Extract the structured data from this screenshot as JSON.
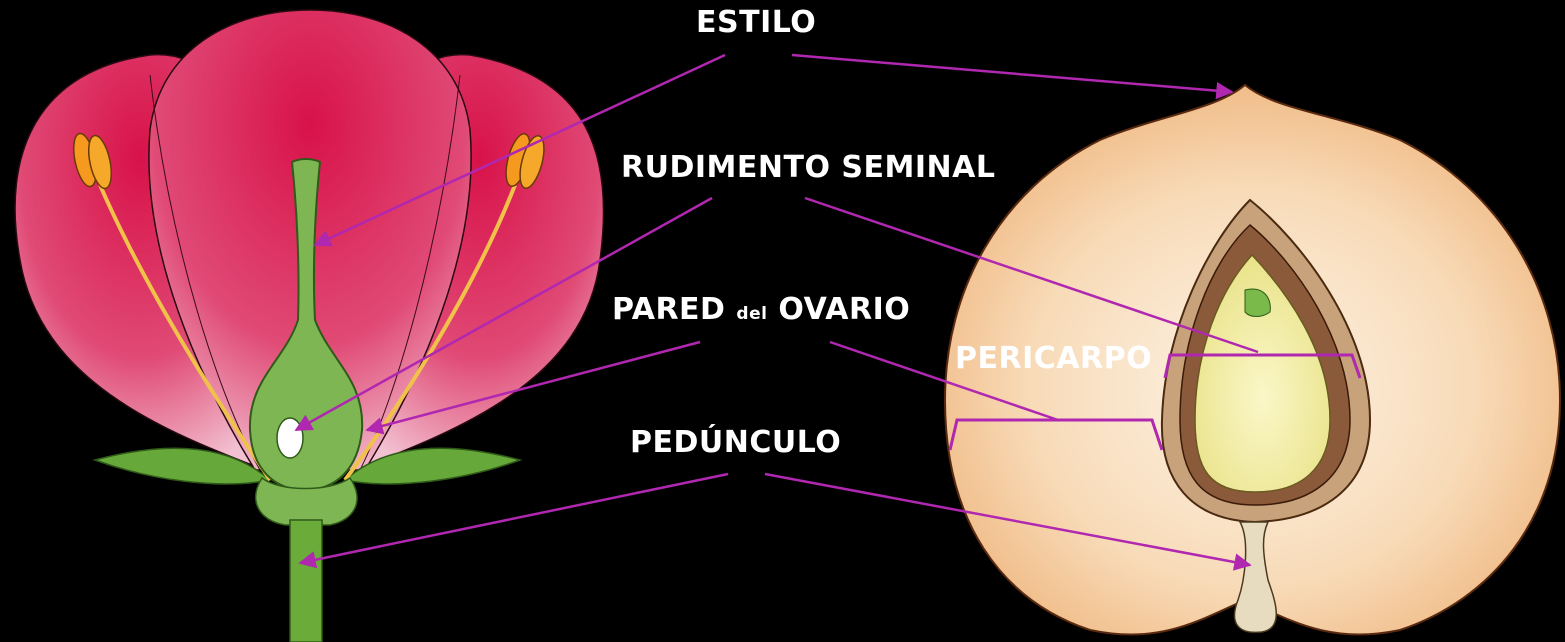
{
  "labels": {
    "estilo": "ESTILO",
    "rudimento": "RUDIMENTO SEMINAL",
    "pared_pre": "PARED ",
    "pared_small": "del",
    "pared_post": " OVARIO",
    "pericarpo": "PERICARPO",
    "pedunculo": "PEDÚNCULO"
  },
  "colors": {
    "background": "#000000",
    "petal": "#d81e4c",
    "stem": "#5f9f34",
    "fruit": "#f5c99c",
    "arrow": "#b027b0"
  },
  "icons": {
    "flower": "flower-illustration",
    "fruit": "fruit-cross-section-illustration"
  }
}
